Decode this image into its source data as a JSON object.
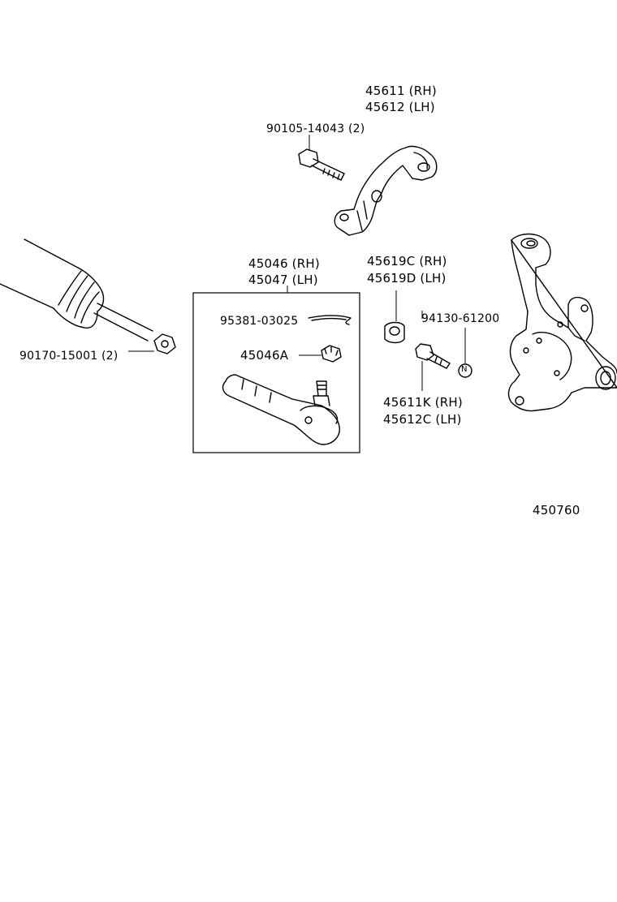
{
  "labels": {
    "arm_rh": "45611 (RH)",
    "arm_lh": "45612 (LH)",
    "arm_bolt": "90105-14043 (2)",
    "end_rh": "45046 (RH)",
    "end_lh": "45047 (LH)",
    "cotter_pin": "95381-03025",
    "castle_nut": "45046A",
    "tie_rod_nut": "90170-15001 (2)",
    "bushing_rh": "45619C (RH)",
    "bushing_lh": "45619D (LH)",
    "knuckle_bolt_rh": "45611K (RH)",
    "knuckle_bolt_lh": "45612C (LH)",
    "nut_part": "94130-61200",
    "nut_symbol": "N",
    "diagram_number": "450760"
  }
}
